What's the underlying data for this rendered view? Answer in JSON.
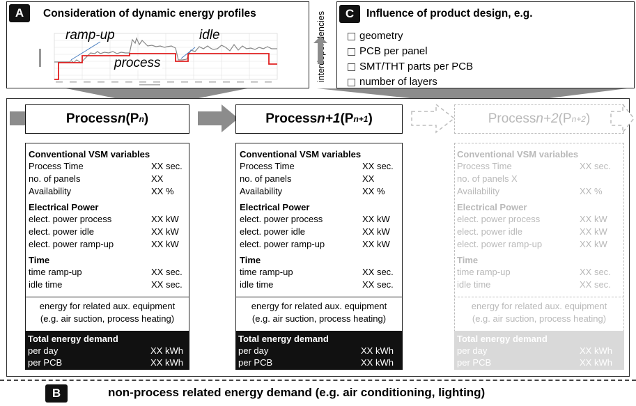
{
  "box_a": {
    "badge": "A",
    "title": "Consideration of dynamic energy profiles",
    "labels": {
      "ramp_up": "ramp-up",
      "idle": "idle",
      "process": "process"
    }
  },
  "box_c": {
    "badge": "C",
    "title": "Influence of product design, e.g.",
    "items": [
      "geometry",
      "PCB per panel",
      "SMT/THT parts per  PCB",
      "number of layers"
    ]
  },
  "interdependencies": "interdependencies",
  "processes": [
    {
      "name": "Process ",
      "n": "n",
      "open": " (P",
      "sub": "n",
      "close": ")",
      "sections": {
        "vsm": "Conventional VSM variables",
        "power": "Electrical Power",
        "time": "Time",
        "total": "Total energy demand"
      },
      "vsm_rows": [
        {
          "k": "Process Time",
          "v": "XX sec."
        },
        {
          "k": "no. of panels",
          "v": "XX"
        },
        {
          "k": "Availability",
          "v": "XX %"
        }
      ],
      "power_rows": [
        {
          "k": "elect. power process",
          "v": "XX kW"
        },
        {
          "k": "elect. power idle",
          "v": "XX kW"
        },
        {
          "k": "elect. power ramp-up",
          "v": "XX kW"
        }
      ],
      "time_rows": [
        {
          "k": "time ramp-up",
          "v": "XX sec."
        },
        {
          "k": "idle time",
          "v": "XX sec."
        }
      ],
      "aux": [
        "energy for related aux. equipment",
        "(e.g. air suction, process heating)"
      ],
      "total_rows": [
        {
          "k": "per day",
          "v": "XX kWh"
        },
        {
          "k": "per PCB",
          "v": "XX kWh"
        }
      ]
    },
    {
      "name": "Process ",
      "n": "n+1",
      "open": " (P",
      "sub": "n+1",
      "close": ")",
      "sections": {
        "vsm": "Conventional VSM variables",
        "power": "Electrical Power",
        "time": "Time",
        "total": "Total energy demand"
      },
      "vsm_rows": [
        {
          "k": "Process Time",
          "v": "XX sec."
        },
        {
          "k": "no. of panels",
          "v": "XX"
        },
        {
          "k": "Availability",
          "v": "XX %"
        }
      ],
      "power_rows": [
        {
          "k": "elect. power process",
          "v": "XX kW"
        },
        {
          "k": "elect. power idle",
          "v": "XX kW"
        },
        {
          "k": "elect. power ramp-up",
          "v": "XX kW"
        }
      ],
      "time_rows": [
        {
          "k": "time ramp-up",
          "v": "XX sec."
        },
        {
          "k": "idle time",
          "v": "XX sec."
        }
      ],
      "aux": [
        "energy for related aux. equipment",
        "(e.g. air suction, process heating)"
      ],
      "total_rows": [
        {
          "k": "per day",
          "v": "XX kWh"
        },
        {
          "k": "per PCB",
          "v": "XX kWh"
        }
      ]
    },
    {
      "name": "Process ",
      "n": "n+2",
      "open": " (P",
      "sub": "n+2",
      "close": ")",
      "sections": {
        "vsm": "Conventional VSM variables",
        "power": "Electrical Power",
        "time": "Time",
        "total": "Total energy demand"
      },
      "vsm_rows": [
        {
          "k": "Process Time",
          "v": "XX sec."
        },
        {
          "k": "no. of panels X",
          "v": ""
        },
        {
          "k": "Availability",
          "v": "XX %"
        }
      ],
      "power_rows": [
        {
          "k": "elect. power process",
          "v": "XX kW"
        },
        {
          "k": "elect. power idle",
          "v": "XX kW"
        },
        {
          "k": "elect. power ramp-up",
          "v": "XX kW"
        }
      ],
      "time_rows": [
        {
          "k": "time ramp-up",
          "v": "XX sec."
        },
        {
          "k": "idle time",
          "v": "XX sec."
        }
      ],
      "aux": [
        "energy for related aux. equipment",
        "(e.g. air suction, process heating)"
      ],
      "total_rows": [
        {
          "k": "per day",
          "v": "XX kWh"
        },
        {
          "k": "per PCB",
          "v": "XX kWh"
        }
      ]
    }
  ],
  "box_b": {
    "badge": "B",
    "text": "non-process related energy demand (e.g. air conditioning, lighting)"
  },
  "colors": {
    "dark": "#111111",
    "ghost": "#b9b9b9",
    "ghost_fill": "#d9d9d9",
    "arrow": "#8c8c8c",
    "profile": "#e02020"
  }
}
